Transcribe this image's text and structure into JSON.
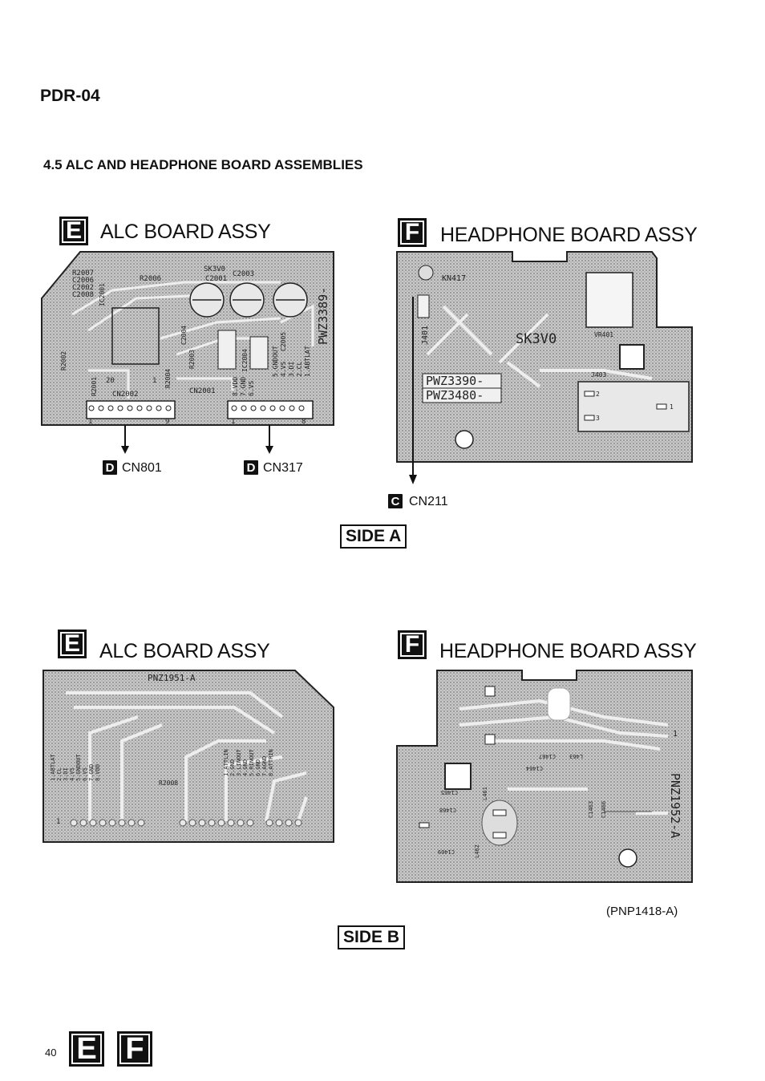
{
  "header": {
    "model": "PDR-04"
  },
  "section": {
    "title": "4.5 ALC AND HEADPHONE BOARD ASSEMBLIES"
  },
  "side_a": {
    "alc": {
      "letter": "E",
      "title": "ALC BOARD ASSY",
      "board_text": {
        "r2007": "R2007",
        "c2006": "C2006",
        "c2002": "C2002",
        "c2008": "C2008",
        "ic2001": "IC2001",
        "r2006": "R2006",
        "sk3v0": "SK3V0",
        "c2001": "C2001",
        "c2003": "C2003",
        "pwz": "PWZ3389-",
        "r2002": "R2002",
        "r2001": "R2001",
        "n20": "20",
        "n1": "1",
        "r2004": "R2004",
        "r2003": "R2003",
        "c2004": "C2004",
        "ic2004": "IC2004",
        "c2005": "C2005",
        "cn2002": "CN2002",
        "cn2001": "CN2001",
        "pins_left": [
          "8.VDD",
          "7.GND",
          "6.VS"
        ],
        "pins_right": [
          "5.GNDOUT",
          "4.VS",
          "3.DI",
          "2.CL",
          "1.ABTLAT"
        ],
        "left_pin_first": "1",
        "left_pin_last": "9",
        "right_pin_first": "1",
        "right_pin_last": "8"
      },
      "connectors": [
        {
          "letter": "D",
          "label": "CN801"
        },
        {
          "letter": "D",
          "label": "CN317"
        }
      ]
    },
    "headphone": {
      "letter": "F",
      "title": "HEADPHONE BOARD ASSY",
      "board_text": {
        "kn417": "KN417",
        "j401": "J401",
        "sk3v0": "SK3V0",
        "vr401": "VR401",
        "j403": "J403",
        "pwz1": "PWZ3390-",
        "pwz2": "PWZ3480-",
        "pin2": "2",
        "pin1": "1",
        "pin3": "3"
      },
      "connector": {
        "letter": "C",
        "label": "CN211"
      }
    },
    "label": "SIDE A"
  },
  "side_b": {
    "alc": {
      "letter": "E",
      "title": "ALC BOARD ASSY",
      "board_text": {
        "pnz": "PNZ1951-A",
        "pins_a": [
          "1.ABTLAT",
          "2.CL",
          "3.DI",
          "4.VS",
          "5.GNDOUT",
          "6.VS",
          "7.GND",
          "8.VDD"
        ],
        "pins_b": [
          "1.ATTLIN",
          "2.GND",
          "3.LINOUT",
          "4.GND",
          "5.RINOUT",
          "6.GND",
          "7.AGND",
          "8.ATTRIN"
        ],
        "r2008": "R2008",
        "n1": "1"
      }
    },
    "headphone": {
      "letter": "F",
      "title": "HEADPHONE BOARD ASSY",
      "board_text": {
        "c1467": "C1467",
        "l463": "L463",
        "c1464": "C1464",
        "c1465": "C1465",
        "c1468": "C1468",
        "c1469": "C1469",
        "l461": "L461",
        "l462": "L462",
        "c1463": "C1463",
        "c1466": "C1466",
        "pnz": "PNZ1952-A",
        "n1": "1"
      }
    },
    "part_number": "(PNP1418-A)",
    "label": "SIDE B"
  },
  "footer": {
    "page_number": "40",
    "letters": [
      "E",
      "F"
    ]
  }
}
